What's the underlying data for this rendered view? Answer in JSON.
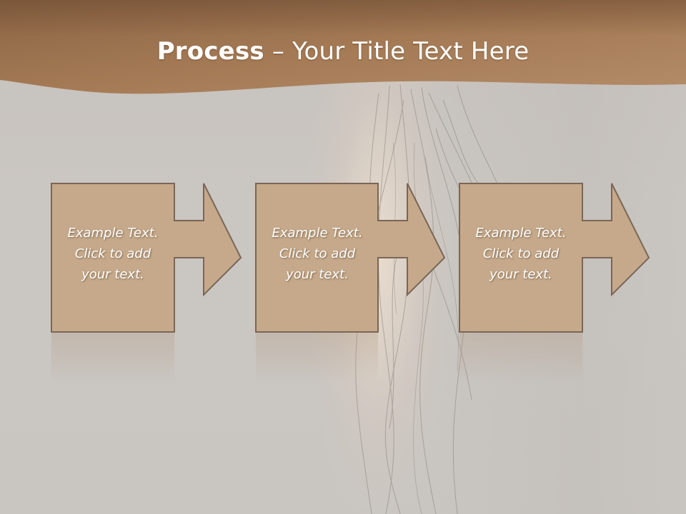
{
  "slide": {
    "title_bold": "Process",
    "title_rest": " – Your Title Text Here",
    "accent_color": "#a87d59",
    "box_fill": "#c5a98a",
    "box_stroke": "#7a6657"
  },
  "steps": [
    {
      "text": "Example Text.\nClick  to add\nyour text."
    },
    {
      "text": "Example Text.\nClick  to add\nyour text."
    },
    {
      "text": "Example Text.\nClick  to add\nyour text."
    }
  ]
}
